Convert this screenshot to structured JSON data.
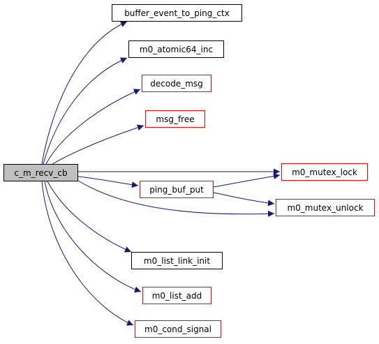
{
  "graph": {
    "root": {
      "label": "c_m_recv_cb",
      "color": "#bfbfbf"
    },
    "nodes": {
      "buffer_event": {
        "label": "buffer_event_to_ping_ctx",
        "border": "#000000"
      },
      "atomic_inc": {
        "label": "m0_atomic64_inc",
        "border": "#000000"
      },
      "decode_msg": {
        "label": "decode_msg",
        "border": "#ff0000"
      },
      "msg_free": {
        "label": "msg_free",
        "border": "#ff0000"
      },
      "ping_buf_put": {
        "label": "ping_buf_put",
        "border": "#ff0000"
      },
      "mutex_lock": {
        "label": "m0_mutex_lock",
        "border": "#ff0000"
      },
      "mutex_unlock": {
        "label": "m0_mutex_unlock",
        "border": "#ff0000"
      },
      "list_link_init": {
        "label": "m0_list_link_init",
        "border": "#000000"
      },
      "list_add": {
        "label": "m0_list_add",
        "border": "#ff0000"
      },
      "cond_signal": {
        "label": "m0_cond_signal",
        "border": "#ff0000"
      }
    },
    "edges": [
      {
        "from": "root",
        "to": "buffer_event"
      },
      {
        "from": "root",
        "to": "atomic_inc"
      },
      {
        "from": "root",
        "to": "decode_msg"
      },
      {
        "from": "root",
        "to": "msg_free"
      },
      {
        "from": "root",
        "to": "mutex_lock"
      },
      {
        "from": "root",
        "to": "ping_buf_put"
      },
      {
        "from": "root",
        "to": "mutex_unlock"
      },
      {
        "from": "root",
        "to": "list_link_init"
      },
      {
        "from": "root",
        "to": "list_add"
      },
      {
        "from": "root",
        "to": "cond_signal"
      },
      {
        "from": "ping_buf_put",
        "to": "mutex_lock"
      },
      {
        "from": "ping_buf_put",
        "to": "mutex_unlock"
      }
    ],
    "edge_color": "#191970"
  }
}
